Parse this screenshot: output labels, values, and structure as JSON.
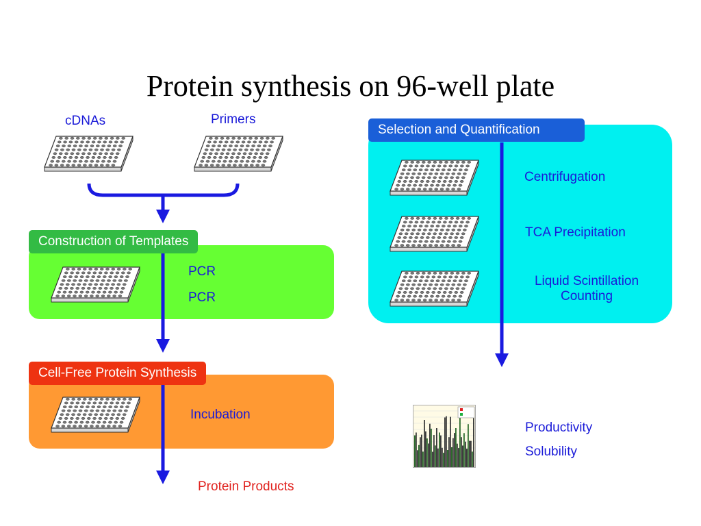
{
  "title": "Protein synthesis on 96-well plate",
  "inputs": {
    "cdnas": "cDNAs",
    "primers": "Primers"
  },
  "construction": {
    "tag": "Construction of Templates",
    "color": "#66ff33",
    "tag_color": "#33bb44",
    "steps": [
      "PCR",
      "PCR"
    ]
  },
  "cell_free": {
    "tag": "Cell-Free Protein Synthesis",
    "color": "#ff9933",
    "tag_color": "#ee3311",
    "steps": [
      "Incubation"
    ]
  },
  "output": "Protein Products",
  "selection": {
    "tag": "Selection and Quantification",
    "color": "#00f0f0",
    "tag_color": "#1a5fd8",
    "steps": [
      "Centrifugation",
      "TCA Precipitation",
      "Liquid Scintillation",
      "Counting"
    ]
  },
  "results": [
    "Productivity",
    "Solubility"
  ],
  "arrow_color": "#1a1ae0",
  "chart_legend_colors": [
    "#e02020",
    "#20b040"
  ]
}
